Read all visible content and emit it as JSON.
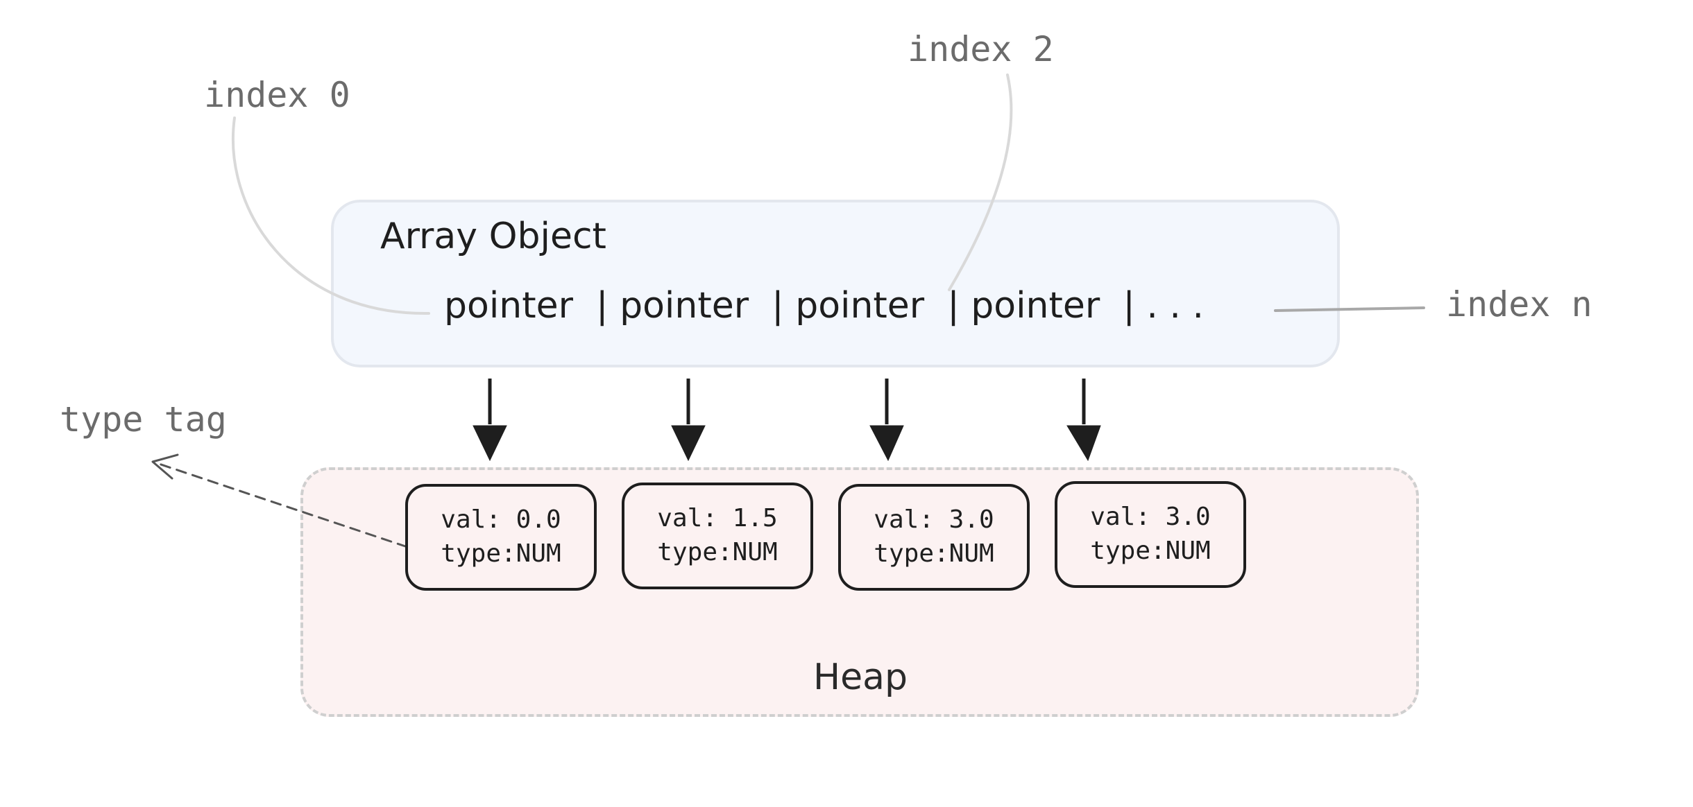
{
  "annotations": {
    "index_0": "index 0",
    "index_2": "index 2",
    "index_n": "index n",
    "type_tag": "type tag"
  },
  "array_object": {
    "title": "Array Object",
    "row": "pointer  | pointer  | pointer  | pointer  | . . ."
  },
  "heap": {
    "label": "Heap",
    "cells": [
      {
        "val": "val: 0.0",
        "type": "type:NUM"
      },
      {
        "val": "val: 1.5",
        "type": "type:NUM"
      },
      {
        "val": "val: 3.0",
        "type": "type:NUM"
      },
      {
        "val": "val: 3.0",
        "type": "type:NUM"
      }
    ]
  },
  "colors": {
    "array_fill": "#f3f7fd",
    "heap_fill": "#fcf2f2",
    "stroke": "#1e1e1e",
    "annotation": "#6b6b6b"
  }
}
